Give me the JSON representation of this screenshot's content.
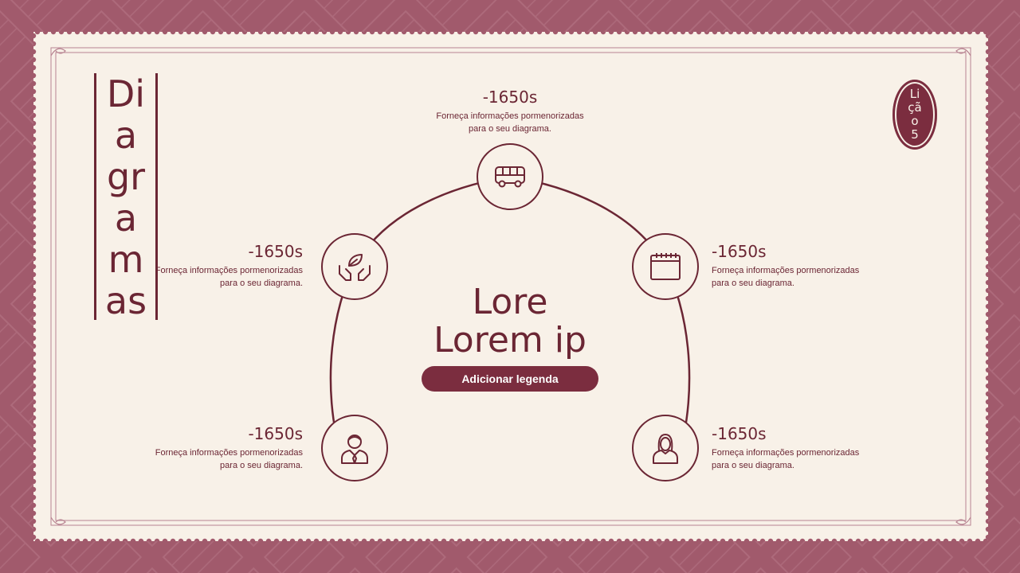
{
  "title": "Di\na\ngr\na\nm\nas",
  "lesson_badge": "Li\nçã\no\n5",
  "center": {
    "title": "Lore\nLorem ip",
    "caption_button": "Adicionar legenda"
  },
  "items": [
    {
      "id": "top",
      "year": "-1650s",
      "desc": "Forneça informações pormenorizadas\npara o seu diagrama.",
      "icon": "bus-icon"
    },
    {
      "id": "upper-left",
      "year": "-1650s",
      "desc": "Forneça informações pormenorizadas\npara o seu diagrama.",
      "icon": "hands-leaf-icon"
    },
    {
      "id": "upper-right",
      "year": "-1650s",
      "desc": "Forneça informações pormenorizadas\npara o seu diagrama.",
      "icon": "calendar-icon"
    },
    {
      "id": "lower-left",
      "year": "-1650s",
      "desc": "Forneça informações pormenorizadas\npara o seu diagrama.",
      "icon": "businessman-icon"
    },
    {
      "id": "lower-right",
      "year": "-1650s",
      "desc": "Forneça informações pormenorizadas\npara o seu diagrama.",
      "icon": "woman-icon"
    }
  ],
  "colors": {
    "background": "#a15a6c",
    "paper": "#f8f1e8",
    "accent": "#6b2634",
    "button": "#7b2d3f"
  }
}
